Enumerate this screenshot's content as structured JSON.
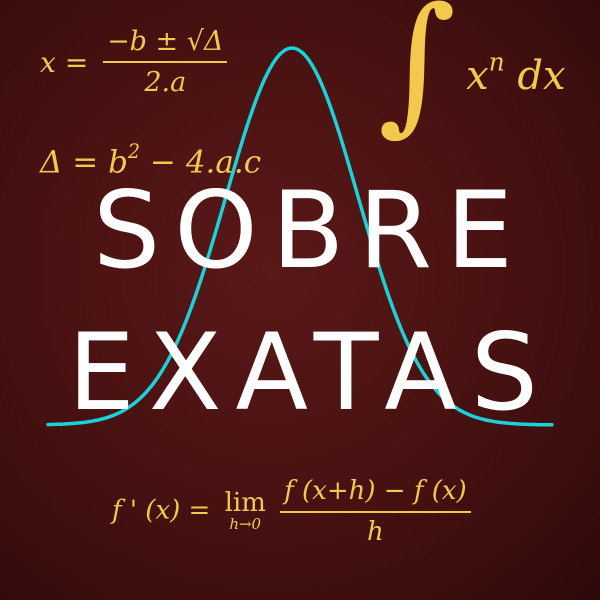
{
  "title": {
    "line1": "SOBRE",
    "line2": "EXATAS"
  },
  "formulas": {
    "quadratic": {
      "lhs": "x =",
      "numerator": "−b ± √Δ",
      "denominator": "2.a"
    },
    "integral": {
      "symbol": "∫",
      "base": "x",
      "exponent": "n",
      "differential": "dx"
    },
    "discriminant": {
      "lhs": "Δ = b",
      "exponent": "2",
      "rhs": "− 4.a.c"
    },
    "derivative": {
      "lhs": "f ' (x) =",
      "lim": "lim",
      "lim_sub": "h→0",
      "numerator": "f (x+h) − f (x)",
      "denominator": "h"
    }
  },
  "colors": {
    "background": "#4a1212",
    "formula": "#f2c94c",
    "curve": "#19d3da",
    "title": "#ffffff"
  }
}
